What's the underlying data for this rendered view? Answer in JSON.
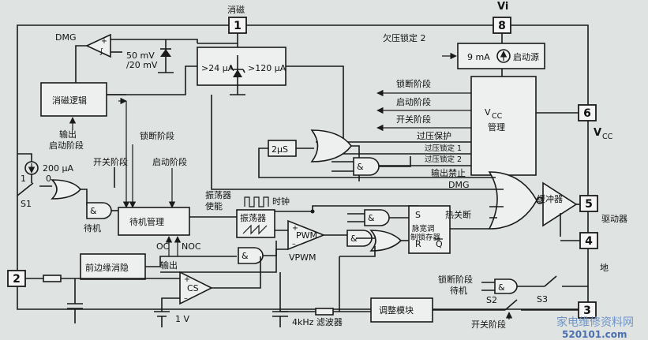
{
  "pins": {
    "p1": "1",
    "p2": "2",
    "p3": "3",
    "p4": "4",
    "p5": "5",
    "p6": "6",
    "p8": "8"
  },
  "labels": {
    "demag_pin": "消磁",
    "vi": "Vi",
    "dmg": "DMG",
    "mv": "50 mV",
    "mv2": "/20 mV",
    "i24": ">24 μA",
    "i120": ">120 μA",
    "uvlo2": "欠压锁定 2",
    "ma9": "9 mA",
    "start_src": "启动源",
    "lock_phase": "锁断阶段",
    "start_phase": "启动阶段",
    "switch_phase": "开关阶段",
    "vcc_mgmt_top": "V",
    "vcc_mgmt_sub": "CC",
    "vcc_mgmt_bot": "管理",
    "vcc": "V",
    "vcc_sub": "CC",
    "demag_logic": "消磁逻辑",
    "output_label": "输出",
    "start_phase2": "启动阶段",
    "over_v": "过压保护",
    "uvlo1": "过压锁定 1",
    "uvlo2b": "过压锁定 2",
    "two_us": "2μS",
    "amp": "&",
    "out_disable": "输出禁止",
    "dmg2": "DMG",
    "i200": "200 μA",
    "switch_phase2": "开关阶段",
    "lock_phase2": "锁断阶段",
    "start_phase3": "启动阶段",
    "one": "1",
    "zero": "0",
    "s1": "S1",
    "standby": "待机",
    "standby_mgmt": "待机管理",
    "osc_enable": "振荡器",
    "osc_enable2": "使能",
    "clock": "时钟",
    "oscillator": "振荡器",
    "pwm": "PWM",
    "vpwm": "VPWM",
    "s_label": "S",
    "r_label": "R",
    "q_label": "Q",
    "latch1": "脉宽调",
    "latch2": "制锁存器",
    "thermal": "热关断",
    "buffer": "缓冲器",
    "driver": "驱动器",
    "oc": "OC",
    "noc": "NOC",
    "leb": "前边缘消隐",
    "output2": "输出",
    "cs": "CS",
    "one_v": "1 V",
    "filter": "4kHz 滤波器",
    "adjust": "调整模块",
    "ground": "地",
    "lock_phase3": "锁断阶段",
    "standby2": "待机",
    "s2": "S2",
    "s3": "S3",
    "switch_phase3": "开关阶段",
    "wm_cn": "家电维修资料网",
    "wm_url": "520101.com"
  }
}
